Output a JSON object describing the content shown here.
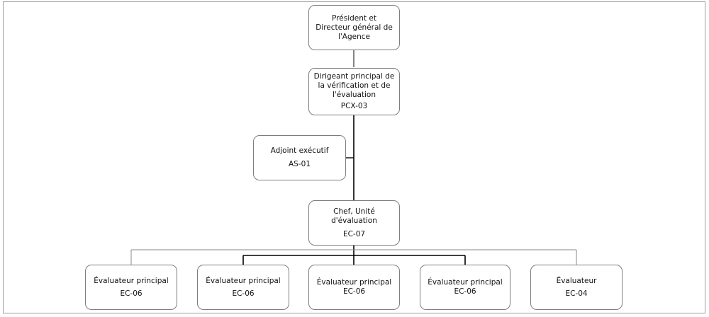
{
  "org_chart": {
    "president": {
      "title": "Président et Directeur général de l'Agence"
    },
    "cao": {
      "title": "Dirigeant principal de la vérification et de l'évaluation",
      "code": "PCX-03"
    },
    "assistant": {
      "title": "Adjoint exécutif",
      "code": "AS-01"
    },
    "chief": {
      "title": "Chef, Unité d'évaluation",
      "code": "EC-07"
    },
    "evaluators": [
      {
        "title": "Évaluateur principal",
        "code": "EC-06"
      },
      {
        "title": "Évaluateur principal",
        "code": "EC-06"
      },
      {
        "title": "Évaluateur principal",
        "code": "EC-06"
      },
      {
        "title": "Évaluateur principal",
        "code": "EC-06"
      },
      {
        "title": "Évaluateur",
        "code": "EC-04"
      }
    ]
  }
}
